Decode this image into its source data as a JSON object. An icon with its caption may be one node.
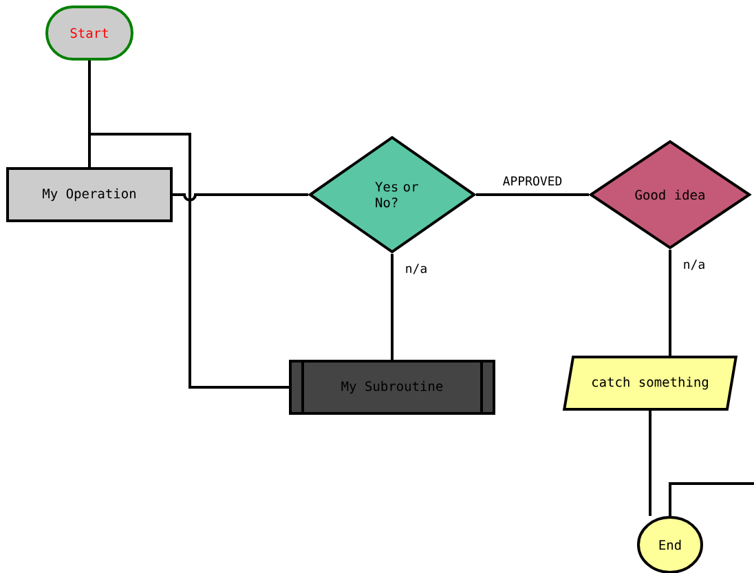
{
  "diagram": {
    "nodes": [
      {
        "text": [
          "Start"
        ]
      },
      {
        "text": [
          "My Operation"
        ]
      },
      {
        "text": [
          "Yes or No?"
        ]
      },
      {
        "text": [
          "Good idea"
        ]
      },
      {
        "text": [
          "My Subroutine"
        ]
      },
      {
        "text": [
          "catch something"
        ]
      },
      {
        "text": [
          "End"
        ]
      }
    ],
    "edges": [
      {
        "from": 0,
        "to": 1,
        "arrow": "none"
      },
      {
        "from": 4,
        "to": 1,
        "arrow": "none"
      },
      {
        "from": 1,
        "to": 2,
        "arrow": "none"
      },
      {
        "from": 2,
        "to": 3,
        "arrow": "none",
        "label": "APPROVED"
      },
      {
        "from": 2,
        "to": 4,
        "arrow": "none",
        "label": "n/a"
      },
      {
        "from": 3,
        "to": 5,
        "arrow": "none",
        "label": "n/a"
      },
      {
        "from": 5,
        "to": 6,
        "arrow": "none"
      },
      {
        "from": null,
        "to": 6,
        "arrow": "none"
      }
    ]
  }
}
